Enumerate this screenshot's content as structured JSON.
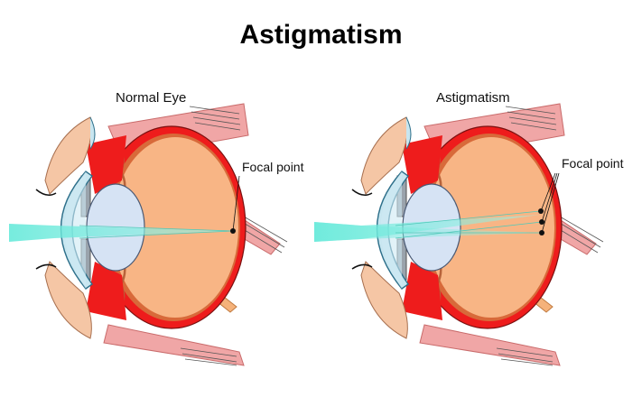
{
  "title": "Astigmatism",
  "panels": [
    {
      "subtitle": "Normal Eye",
      "focal_label": "Focal point"
    },
    {
      "subtitle": "Astigmatism",
      "focal_label": "Focal point"
    }
  ],
  "colors": {
    "sclera": "#ee1c1c",
    "vitreous": "#f8b585",
    "lens": "#d6e3f4",
    "cornea": "#c8e6f0",
    "light_beam": "#6ee0d2",
    "muscle": "#f2a3a3",
    "eyelid": "#f5c6a5"
  }
}
